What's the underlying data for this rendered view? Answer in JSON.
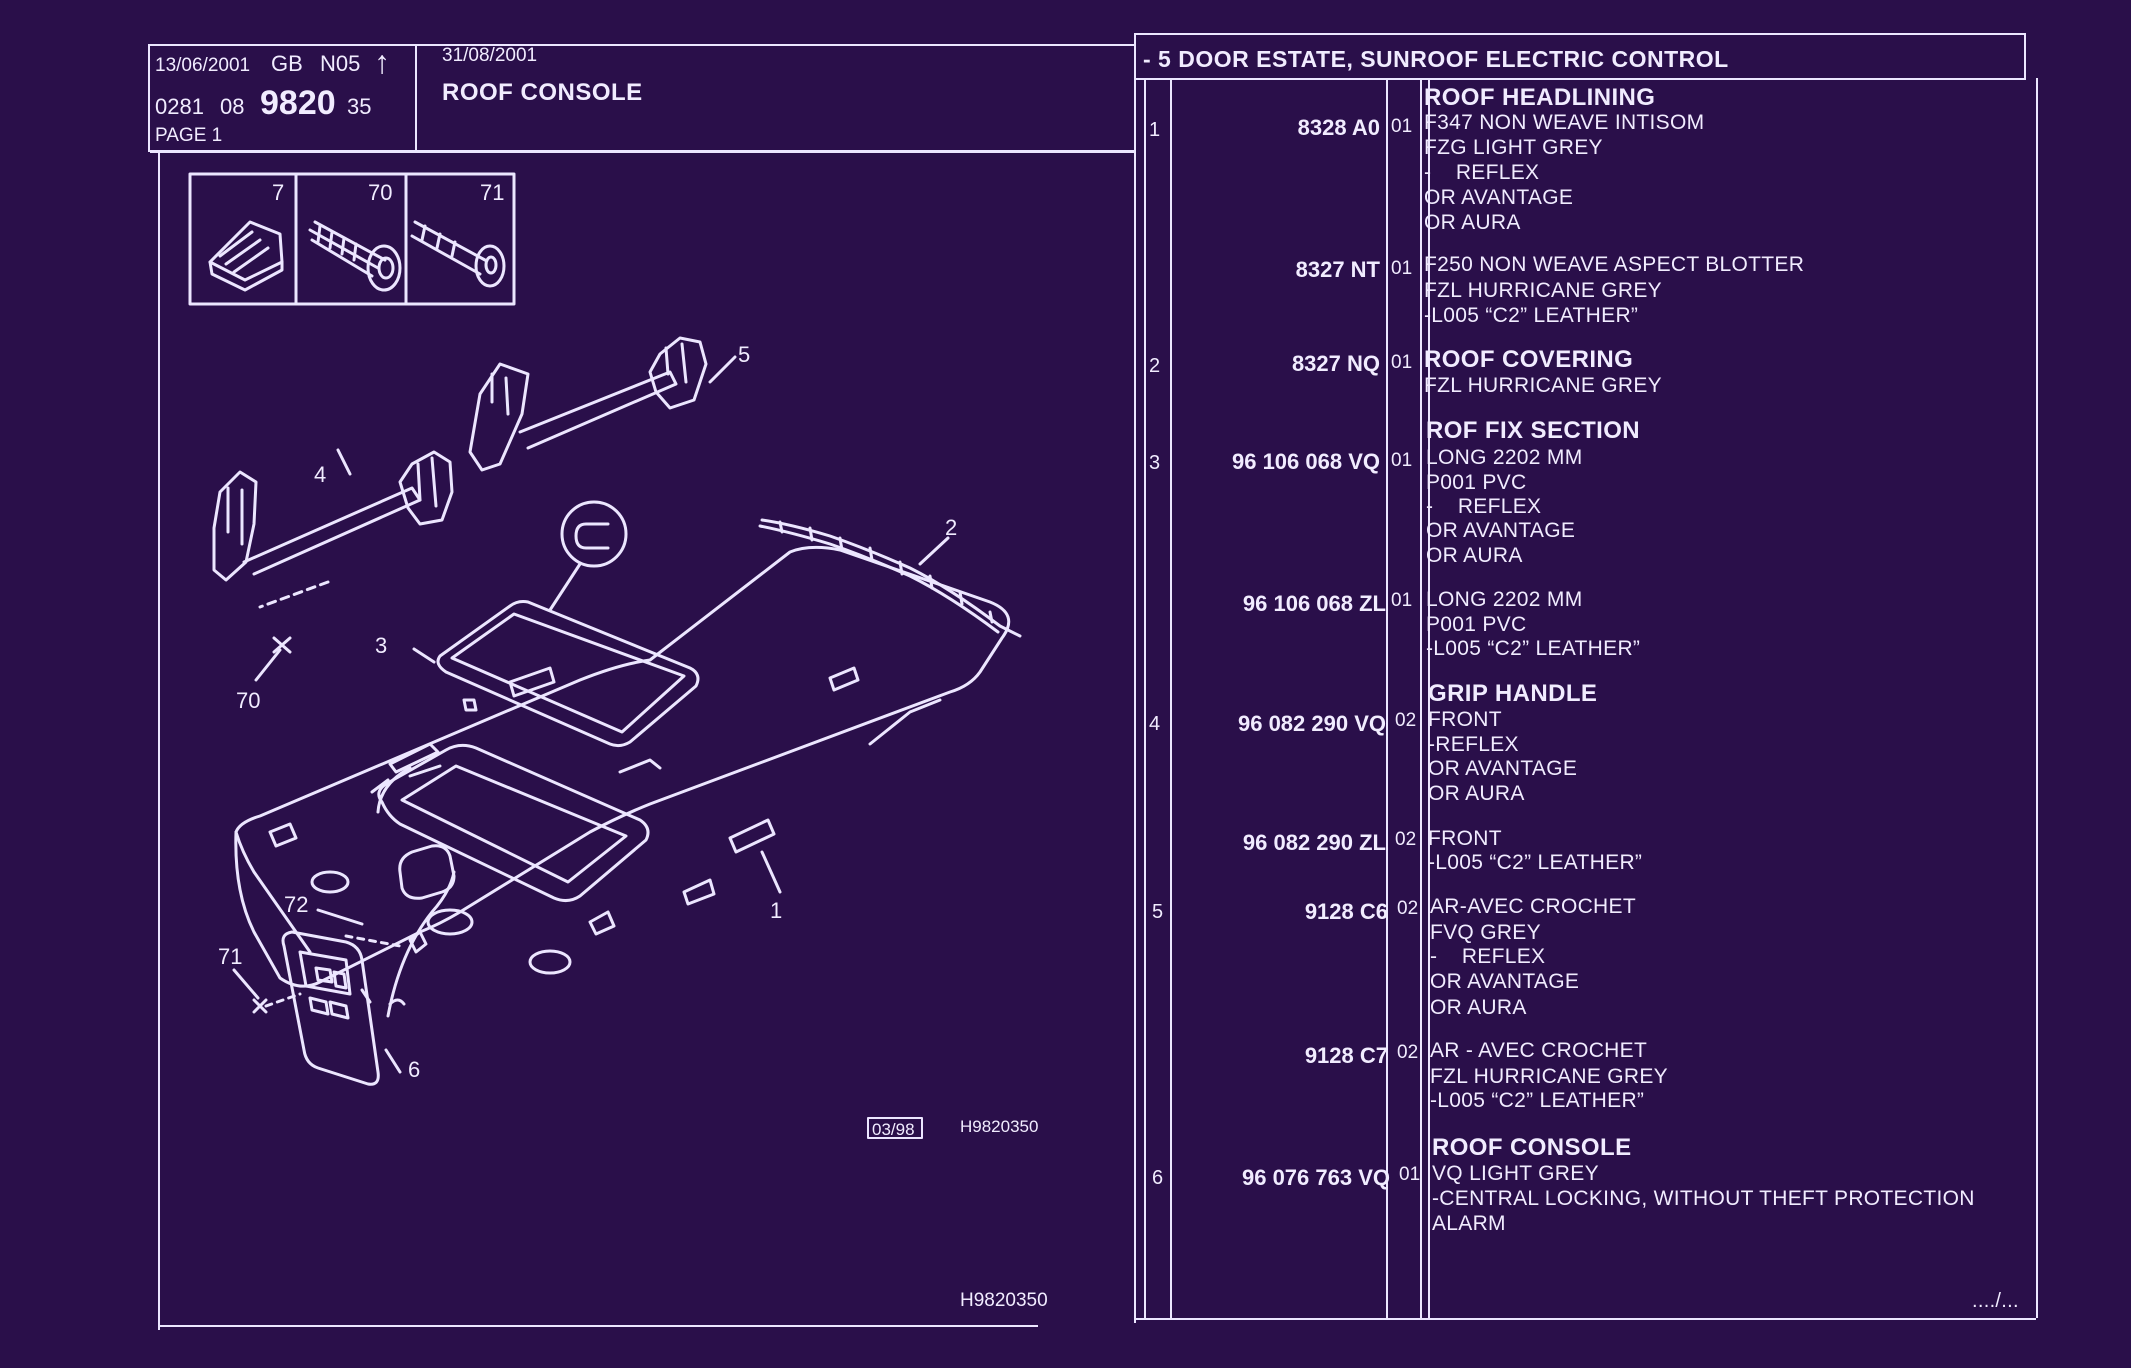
{
  "header": {
    "date1": "13/06/2001",
    "lang": "GB",
    "code": "N05",
    "arrow": "↑",
    "doc_prefix": "0281",
    "doc_08": "08",
    "doc_number": "9820",
    "doc_suffix": "35",
    "page": "PAGE 1",
    "date2": "31/08/2001",
    "title": "ROOF CONSOLE",
    "estate": "- 5 DOOR ESTATE, SUNROOF ELECTRIC CONTROL"
  },
  "diagram": {
    "small_parts": [
      "7",
      "70",
      "71"
    ],
    "callouts": [
      "1",
      "2",
      "3",
      "4",
      "5",
      "6",
      "70",
      "71",
      "72"
    ],
    "stamp": "03/98",
    "ref_near": "H9820350",
    "ref_bottom": "H9820350"
  },
  "parts": [
    {
      "item": "1",
      "ref": "8328 A0",
      "qty": "01",
      "lines": [
        "ROOF HEADLINING",
        "F347 NON WEAVE INTISOM",
        "FZG LIGHT GREY",
        "-    REFLEX",
        "OR AVANTAGE",
        "OR AURA"
      ]
    },
    {
      "item": "",
      "ref": "8327 NT",
      "qty": "01",
      "lines": [
        "F250 NON WEAVE ASPECT BLOTTER",
        "FZL HURRICANE GREY",
        "-L005 “C2” LEATHER”"
      ]
    },
    {
      "item": "2",
      "ref": "8327 NQ",
      "qty": "01",
      "lines": [
        "ROOF COVERING",
        "FZL HURRICANE GREY"
      ]
    },
    {
      "item": "",
      "ref": "",
      "qty": "",
      "lines": [
        "ROF FIX SECTION"
      ]
    },
    {
      "item": "3",
      "ref": "96 106 068 VQ",
      "qty": "01",
      "lines": [
        "LONG 2202 MM",
        "P001 PVC",
        "-    REFLEX",
        "OR AVANTAGE",
        "OR AURA"
      ]
    },
    {
      "item": "",
      "ref": "96 106 068 ZL",
      "qty": "01",
      "lines": [
        "LONG 2202 MM",
        "P001 PVC",
        "-L005 “C2” LEATHER”"
      ]
    },
    {
      "item": "",
      "ref": "",
      "qty": "",
      "lines": [
        "GRIP HANDLE"
      ]
    },
    {
      "item": "4",
      "ref": "96 082 290 VQ",
      "qty": "02",
      "lines": [
        "FRONT",
        "-REFLEX",
        "OR AVANTAGE",
        "OR AURA"
      ]
    },
    {
      "item": "",
      "ref": "96 082 290 ZL",
      "qty": "02",
      "lines": [
        "FRONT",
        "-L005 “C2” LEATHER”"
      ]
    },
    {
      "item": "5",
      "ref": "9128 C6",
      "qty": "02",
      "lines": [
        "AR-AVEC CROCHET",
        "FVQ GREY",
        "-    REFLEX",
        "OR AVANTAGE",
        "OR AURA"
      ]
    },
    {
      "item": "",
      "ref": "9128 C7",
      "qty": "02",
      "lines": [
        "AR - AVEC CROCHET",
        "FZL HURRICANE GREY",
        "-L005 “C2” LEATHER”"
      ]
    },
    {
      "item": "",
      "ref": "",
      "qty": "",
      "lines": [
        "ROOF CONSOLE"
      ]
    },
    {
      "item": "6",
      "ref": "96 076 763 VQ",
      "qty": "01",
      "lines": [
        "VQ LIGHT GREY",
        "-CENTRAL LOCKING, WITHOUT THEFT PROTECTION",
        "ALARM"
      ]
    }
  ],
  "footer": {
    "continued": "..../..."
  }
}
